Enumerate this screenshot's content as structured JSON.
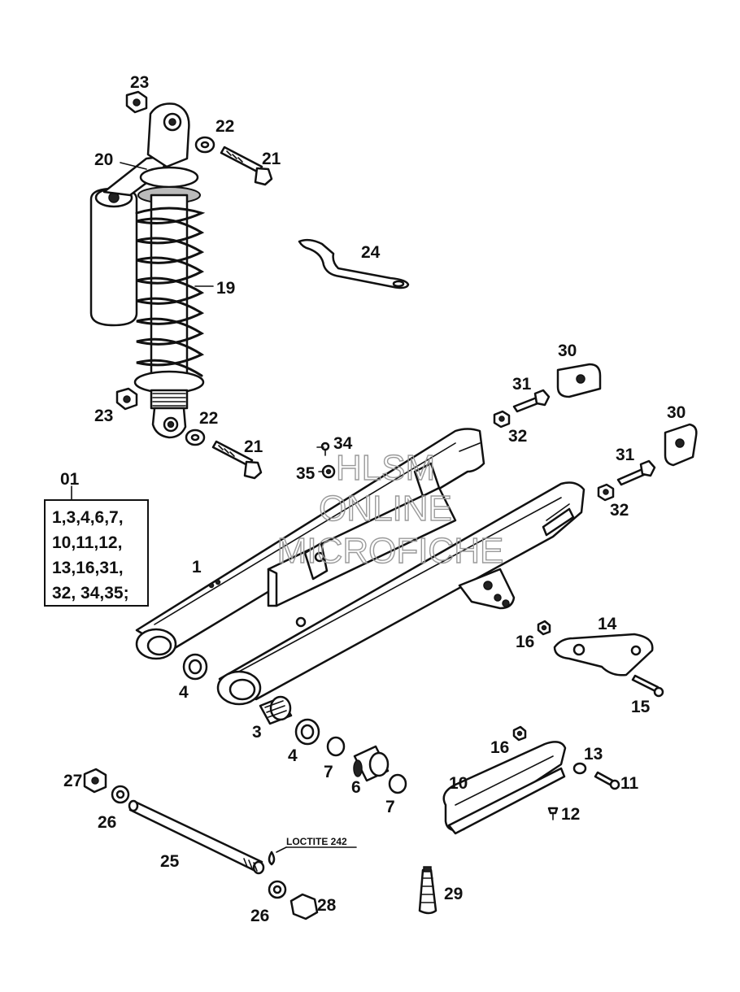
{
  "labels": {
    "n23a": "23",
    "n22a": "22",
    "n20": "20",
    "n21a": "21",
    "n24": "24",
    "n19": "19",
    "n23b": "23",
    "n22b": "22",
    "n21b": "21",
    "n34": "34",
    "n35": "35",
    "n30a": "30",
    "n31a": "31",
    "n32a": "32",
    "n30b": "30",
    "n31b": "31",
    "n32b": "32",
    "n1": "1",
    "n4a": "4",
    "n3": "3",
    "n4b": "4",
    "n7a": "7",
    "n6": "6",
    "n7b": "7",
    "n16a": "16",
    "n14": "14",
    "n15": "15",
    "n16b": "16",
    "n13": "13",
    "n10": "10",
    "n11": "11",
    "n12": "12",
    "n27": "27",
    "n26a": "26",
    "n25": "25",
    "n26b": "26",
    "n28": "28",
    "n29": "29"
  },
  "kit": {
    "number": "01",
    "lines": [
      "1,3,4,6,7,",
      "10,11,12,",
      "13,16,31,",
      "32, 34,35;"
    ]
  },
  "loctite": "LOCTITE 242",
  "watermark": {
    "line1": "HLSM",
    "line2": "ONLINE",
    "line3": "MICROFICHE"
  }
}
